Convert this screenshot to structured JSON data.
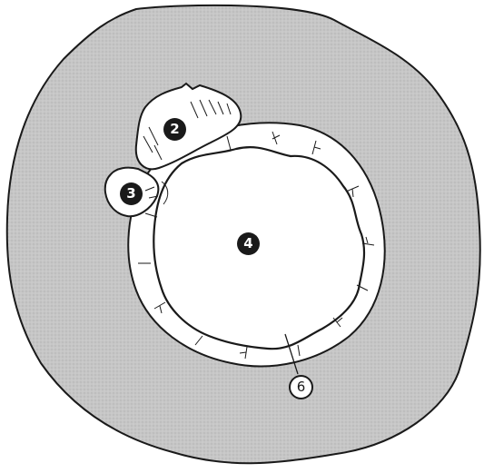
{
  "markers": [
    {
      "id": "2",
      "label": "2",
      "style": "filled"
    },
    {
      "id": "3",
      "label": "3",
      "style": "filled"
    },
    {
      "id": "4",
      "label": "4",
      "style": "filled"
    },
    {
      "id": "6",
      "label": "6",
      "style": "outlined"
    }
  ],
  "colors": {
    "outer_tissue": "#c9c9c9",
    "outline": "#1a1a1a",
    "wall": "#ffffff",
    "lumen": "#ffffff"
  }
}
